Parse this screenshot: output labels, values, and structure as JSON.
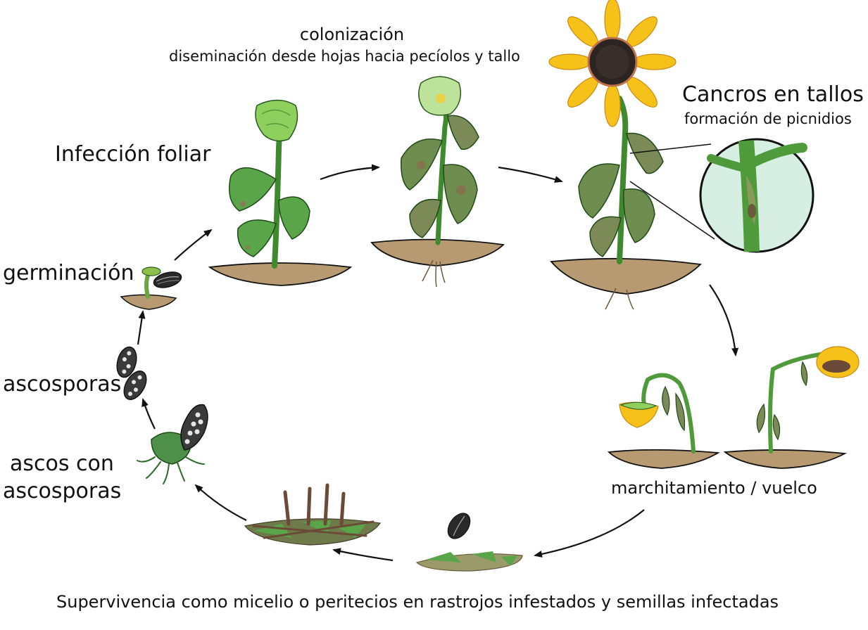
{
  "labels": {
    "colonization_title": "colonización",
    "colonization_sub": "diseminación desde hojas hacia pecíolos y tallo",
    "cankers_title": "Cancros en tallos",
    "cankers_sub": "formación de picnidios",
    "leaf_infection": "Infección foliar",
    "germination": "germinación",
    "ascospores": "ascosporas",
    "asci_line1": "ascos con",
    "asci_line2": "ascosporas",
    "wilting": "marchitamiento / vuelco",
    "survival": "Supervivencia como micelio o peritecios en rastrojos infestados y semillas infectadas"
  },
  "colors": {
    "stem": "#4f9a3a",
    "leaf": "#5aa54a",
    "leaf_diseased": "#8a7a5a",
    "petal": "#f6c21a",
    "center": "#2b2422",
    "soil": "#b79a72",
    "soil_dark": "#8a6e4e",
    "spore": "#3a3a3a",
    "fungus": "#4e8f4a"
  },
  "icons": [
    "sunflower-icon",
    "seed-icon",
    "seedling-icon",
    "perithecium-icon",
    "magnifier-inset-icon"
  ]
}
